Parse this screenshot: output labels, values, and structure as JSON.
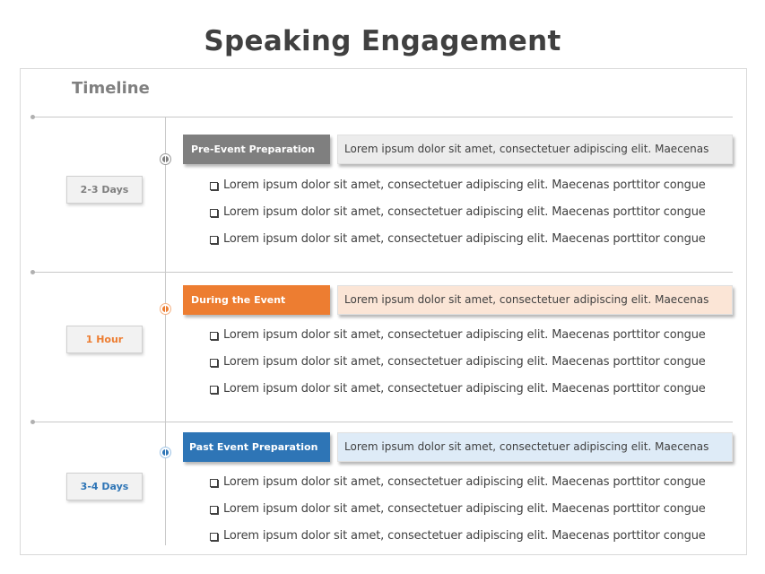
{
  "title": "Speaking Engagement",
  "timeline_label": "Timeline",
  "colors": {
    "gray": "#7f7f7f",
    "orange": "#ed7d31",
    "blue": "#2e75b6",
    "gray_light": "#ececec",
    "orange_light": "#fbe5d6",
    "blue_light": "#deebf7",
    "text": "#404040"
  },
  "stages": [
    {
      "duration": "2-3 Days",
      "duration_color": "#7f7f7f",
      "label": "Pre-Event Preparation",
      "label_color": "#7f7f7f",
      "description": "Lorem ipsum dolor sit amet, consectetuer adipiscing elit. Maecenas",
      "description_bg": "#ececec",
      "bullets": [
        "Lorem ipsum  dolor sit amet, consectetuer adipiscing  elit.  Maecenas porttitor congue",
        "Lorem ipsum  dolor sit amet, consectetuer adipiscing  elit.  Maecenas porttitor congue",
        "Lorem ipsum  dolor sit amet, consectetuer adipiscing  elit.  Maecenas porttitor congue"
      ]
    },
    {
      "duration": "1 Hour",
      "duration_color": "#ed7d31",
      "label": "During  the Event",
      "label_color": "#ed7d31",
      "description": "Lorem ipsum dolor sit amet, consectetuer adipiscing elit. Maecenas",
      "description_bg": "#fbe5d6",
      "bullets": [
        "Lorem ipsum  dolor sit amet, consectetuer adipiscing  elit.  Maecenas porttitor congue",
        "Lorem ipsum  dolor sit amet, consectetuer adipiscing  elit.  Maecenas porttitor congue",
        "Lorem ipsum  dolor sit amet, consectetuer adipiscing  elit.  Maecenas porttitor congue"
      ]
    },
    {
      "duration": "3-4 Days",
      "duration_color": "#2e75b6",
      "label": "Past Event Preparation",
      "label_color": "#2e75b6",
      "description": "Lorem ipsum dolor sit amet, consectetuer adipiscing elit. Maecenas",
      "description_bg": "#deebf7",
      "bullets": [
        "Lorem ipsum  dolor sit amet, consectetuer adipiscing  elit.  Maecenas porttitor congue",
        "Lorem ipsum  dolor sit amet, consectetuer adipiscing  elit.  Maecenas porttitor congue",
        "Lorem ipsum  dolor sit amet, consectetuer adipiscing  elit.  Maecenas porttitor congue"
      ]
    }
  ]
}
